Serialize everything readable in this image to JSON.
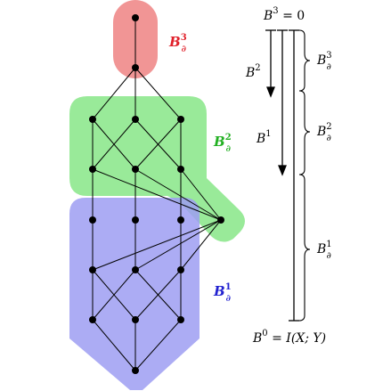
{
  "colors": {
    "region_top": "#f08a8a",
    "region_mid": "#8ee88e",
    "region_bottom": "#9e9ef2",
    "label_top": "#e0202a",
    "label_mid": "#22b022",
    "label_bottom": "#2222d0",
    "stroke": "#000000"
  },
  "region_labels": {
    "top": {
      "base": "B",
      "sup": "3",
      "sub": "∂"
    },
    "mid": {
      "base": "B",
      "sup": "2",
      "sub": "∂"
    },
    "bottom": {
      "base": "B",
      "sup": "1",
      "sub": "∂"
    }
  },
  "right_panel": {
    "top_label": {
      "base": "B",
      "sup": "3",
      "rest": " = 0"
    },
    "bottom_label": {
      "base": "B",
      "sup": "0",
      "rest": " = I(X; Y)"
    },
    "arrow_labels": [
      {
        "base": "B",
        "sup": "2"
      },
      {
        "base": "B",
        "sup": "1"
      }
    ],
    "brace_labels": [
      {
        "base": "B",
        "sup": "3",
        "sub": "∂"
      },
      {
        "base": "B",
        "sup": "2",
        "sub": "∂"
      },
      {
        "base": "B",
        "sup": "1",
        "sub": "∂"
      }
    ]
  }
}
